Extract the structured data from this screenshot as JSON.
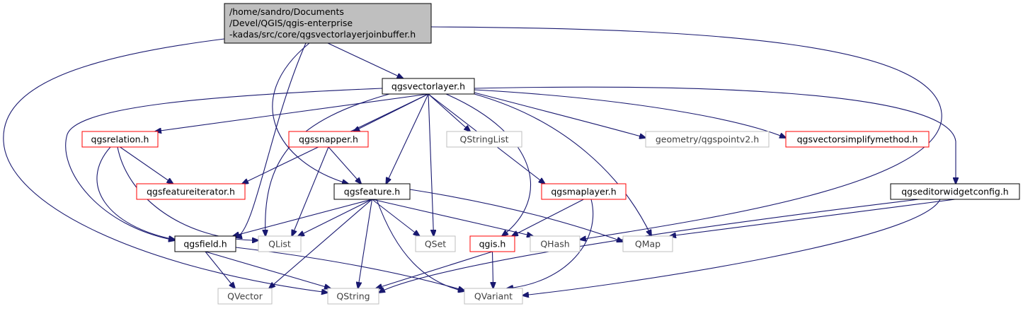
{
  "graph": {
    "nodes": {
      "root": {
        "lines": [
          "/home/sandro/Documents",
          "/Devel/QGIS/qgis-enterprise",
          "-kadas/src/core/qgsvectorlayerjoinbuffer.h"
        ],
        "style": "root"
      },
      "vectorlayer": {
        "lines": [
          "qgsvectorlayer.h"
        ],
        "style": "black"
      },
      "relation": {
        "lines": [
          "qgsrelation.h"
        ],
        "style": "red"
      },
      "snapper": {
        "lines": [
          "qgssnapper.h"
        ],
        "style": "red"
      },
      "stringlist": {
        "lines": [
          "QStringList"
        ],
        "style": "gray"
      },
      "pointv2": {
        "lines": [
          "geometry/qgspointv2.h"
        ],
        "style": "gray"
      },
      "simplify": {
        "lines": [
          "qgsvectorsimplifymethod.h"
        ],
        "style": "red"
      },
      "featureiterator": {
        "lines": [
          "qgsfeatureiterator.h"
        ],
        "style": "red"
      },
      "feature": {
        "lines": [
          "qgsfeature.h"
        ],
        "style": "black"
      },
      "maplayer": {
        "lines": [
          "qgsmaplayer.h"
        ],
        "style": "red"
      },
      "editorwidget": {
        "lines": [
          "qgseditorwidgetconfig.h"
        ],
        "style": "black"
      },
      "field": {
        "lines": [
          "qgsfield.h"
        ],
        "style": "black"
      },
      "qlist": {
        "lines": [
          "QList"
        ],
        "style": "gray"
      },
      "qset": {
        "lines": [
          "QSet"
        ],
        "style": "gray"
      },
      "qgis": {
        "lines": [
          "qgis.h"
        ],
        "style": "red"
      },
      "qhash": {
        "lines": [
          "QHash"
        ],
        "style": "gray"
      },
      "qmap": {
        "lines": [
          "QMap"
        ],
        "style": "gray"
      },
      "qvector": {
        "lines": [
          "QVector"
        ],
        "style": "gray"
      },
      "qstring": {
        "lines": [
          "QString"
        ],
        "style": "gray"
      },
      "qvariant": {
        "lines": [
          "QVariant"
        ],
        "style": "gray"
      }
    },
    "edges": [
      [
        "root",
        "vectorlayer"
      ],
      [
        "root",
        "feature"
      ],
      [
        "root",
        "field"
      ],
      [
        "root",
        "qhash"
      ],
      [
        "root",
        "qstring"
      ],
      [
        "vectorlayer",
        "relation"
      ],
      [
        "vectorlayer",
        "snapper"
      ],
      [
        "vectorlayer",
        "stringlist"
      ],
      [
        "vectorlayer",
        "pointv2"
      ],
      [
        "vectorlayer",
        "simplify"
      ],
      [
        "vectorlayer",
        "featureiterator"
      ],
      [
        "vectorlayer",
        "feature"
      ],
      [
        "vectorlayer",
        "maplayer"
      ],
      [
        "vectorlayer",
        "editorwidget"
      ],
      [
        "vectorlayer",
        "field"
      ],
      [
        "vectorlayer",
        "qlist"
      ],
      [
        "vectorlayer",
        "qset"
      ],
      [
        "vectorlayer",
        "qgis"
      ],
      [
        "vectorlayer",
        "qmap"
      ],
      [
        "relation",
        "featureiterator"
      ],
      [
        "relation",
        "field"
      ],
      [
        "relation",
        "qlist"
      ],
      [
        "snapper",
        "feature"
      ],
      [
        "snapper",
        "qlist"
      ],
      [
        "feature",
        "field"
      ],
      [
        "feature",
        "qlist"
      ],
      [
        "feature",
        "qset"
      ],
      [
        "feature",
        "qhash"
      ],
      [
        "feature",
        "qmap"
      ],
      [
        "feature",
        "qvector"
      ],
      [
        "feature",
        "qstring"
      ],
      [
        "feature",
        "qvariant"
      ],
      [
        "maplayer",
        "qgis"
      ],
      [
        "maplayer",
        "qvariant"
      ],
      [
        "editorwidget",
        "qmap"
      ],
      [
        "editorwidget",
        "qstring"
      ],
      [
        "editorwidget",
        "qvariant"
      ],
      [
        "field",
        "qvector"
      ],
      [
        "field",
        "qstring"
      ],
      [
        "field",
        "qvariant"
      ],
      [
        "qgis",
        "qstring"
      ],
      [
        "qgis",
        "qvariant"
      ]
    ]
  }
}
